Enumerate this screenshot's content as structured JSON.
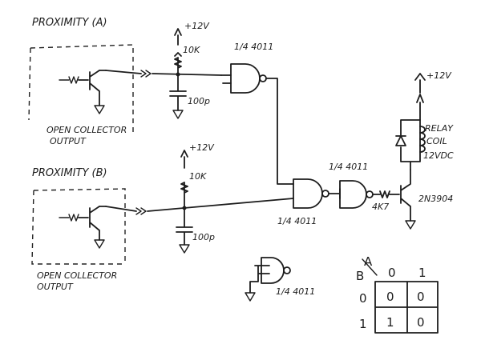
{
  "labels": {
    "prox_a": "PROXIMITY (A)",
    "prox_b": "PROXIMITY (B)",
    "open_collector_a_1": "OPEN COLLECTOR",
    "open_collector_a_2": "OUTPUT",
    "open_collector_b_1": "OPEN COLLECTOR",
    "open_collector_b_2": "OUTPUT",
    "v12_a": "+12V",
    "v12_b": "+12V",
    "v12_relay": "+12V",
    "r_a": "10K",
    "r_b": "10K",
    "c_a": "100p",
    "c_b": "100p",
    "gate1": "1/4 4011",
    "gate2": "1/4 4011",
    "gate3": "1/4 4011",
    "gate4": "1/4 4011",
    "r_base": "4K7",
    "transistor": "2N3904",
    "relay_1": "RELAY",
    "relay_2": "COIL",
    "relay_3": "12VDC"
  },
  "truth_table": {
    "col_header": "A",
    "row_header": "B",
    "cols": [
      "0",
      "1"
    ],
    "rows": [
      {
        "label": "0",
        "cells": [
          "0",
          "0"
        ]
      },
      {
        "label": "1",
        "cells": [
          "1",
          "0"
        ]
      }
    ]
  }
}
